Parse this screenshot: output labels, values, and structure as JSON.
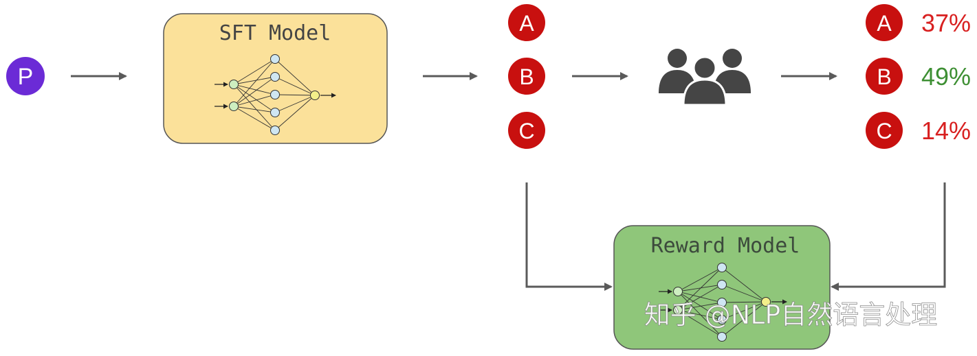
{
  "prompt": {
    "label": "P",
    "color": "#6b2bd6"
  },
  "sft_model": {
    "title": "SFT Model",
    "fill": "#fbe19a"
  },
  "outputs": [
    {
      "label": "A"
    },
    {
      "label": "B"
    },
    {
      "label": "C"
    }
  ],
  "rankers_icon": "people-group-icon",
  "ranked": [
    {
      "label": "A",
      "score": "37%",
      "score_color": "#d82020"
    },
    {
      "label": "B",
      "score": "49%",
      "score_color": "#3d8f33"
    },
    {
      "label": "C",
      "score": "14%",
      "score_color": "#d82020"
    }
  ],
  "reward_model": {
    "title": "Reward Model",
    "fill": "#8fc67a"
  },
  "watermark": "知乎 @NLP自然语言处理",
  "colors": {
    "arrow": "#5a5a5a",
    "badge_red": "#c8100f",
    "node_blue": "#cfe6f2",
    "node_green": "#cdeec0",
    "node_yellow": "#f3ef8a"
  }
}
